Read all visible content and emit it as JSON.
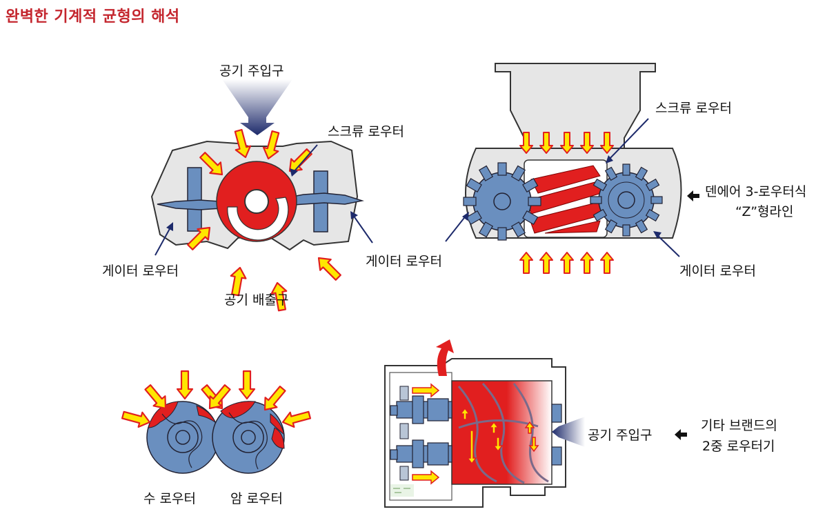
{
  "title": "완벽한 기계적 균형의 해석",
  "colors": {
    "title": "#c4262e",
    "rotor_red": "#e11f1f",
    "gate_blue": "#6a8fbf",
    "casing_gray": "#e6e6e6",
    "arrow_yellow": "#ffe600",
    "arrow_red": "#e11f1f",
    "pointer_navy": "#1d2a6b"
  },
  "diagram_tl": {
    "inlet": "공기 주입구",
    "screw_rotor": "스크류 로우터",
    "gate_rotor_left": "게이터 로우터",
    "gate_rotor_right": "게이터 로우터",
    "outlet": "공기 배출구"
  },
  "diagram_tr": {
    "screw_rotor": "스크류 로우터",
    "gate_rotor_right": "게이터 로우터",
    "caption_line1": "덴에어 3-로우터식",
    "caption_line2": "“Z”형라인",
    "pointer_icon": "left-arrow-icon"
  },
  "diagram_bl": {
    "male_rotor": "수 로우터",
    "female_rotor": "암 로우터"
  },
  "diagram_br": {
    "inlet": "공기 주입구",
    "caption_line1": "기타 브랜드의",
    "caption_line2": "2중 로우터기",
    "pointer_icon": "left-arrow-icon"
  }
}
